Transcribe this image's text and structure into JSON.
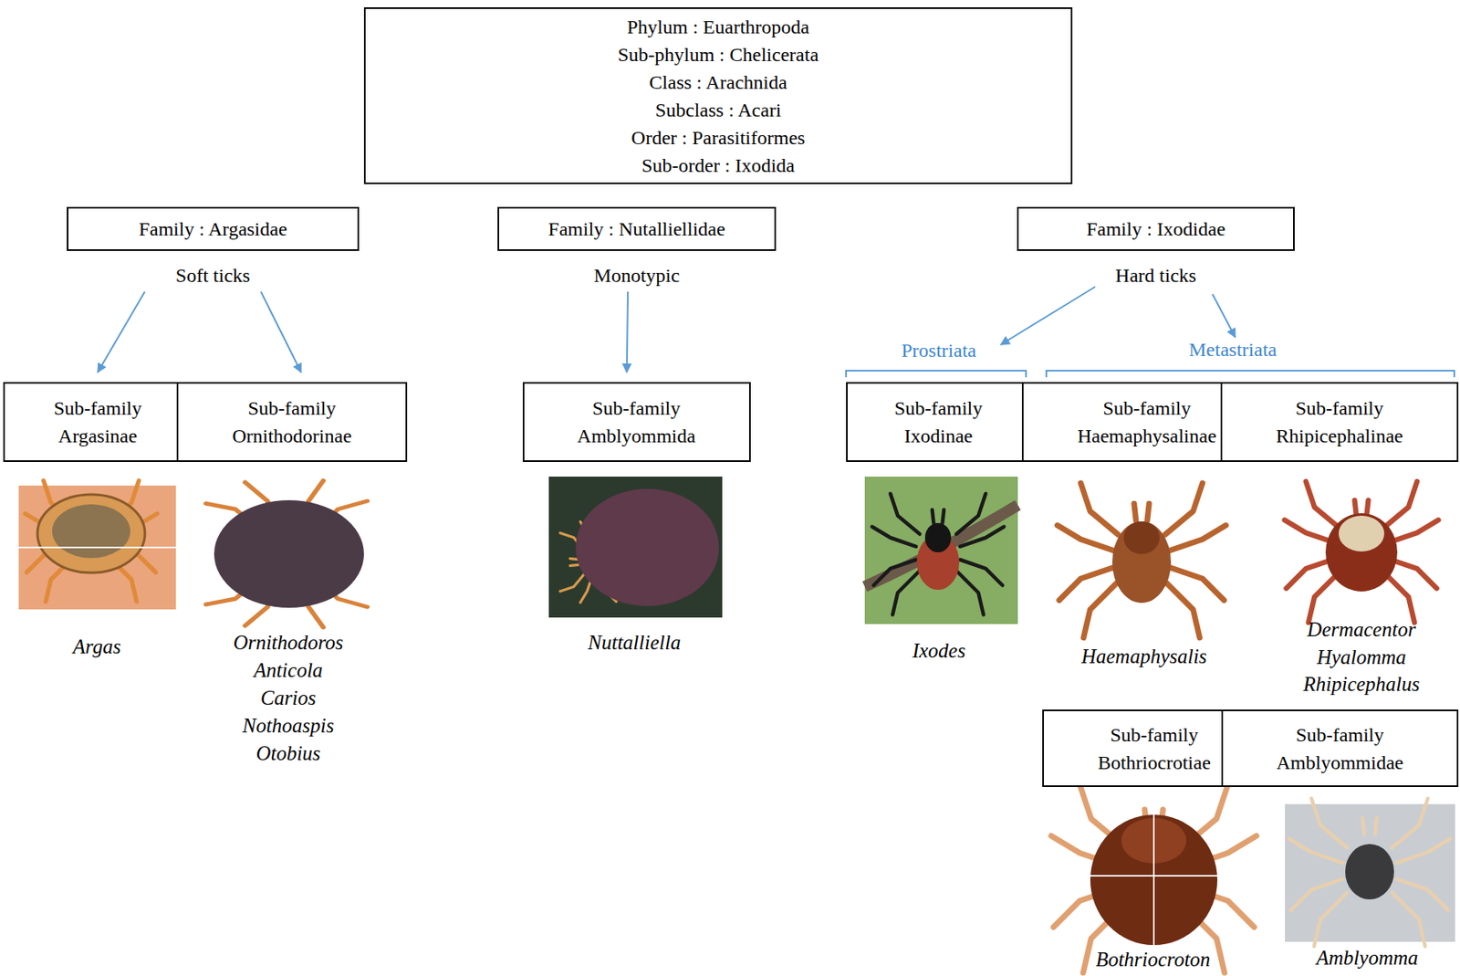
{
  "diagram": {
    "nodes": [
      {
        "text": [
          "Phylum : Euarthropoda",
          "Sub-phylum : Chelicerata",
          "Class : Arachnida",
          "Subclass : Acari",
          "Order : Parasitiformes",
          "Sub-order : Ixodida"
        ]
      },
      {
        "text": [
          "Family : Argasidae",
          "Soft ticks"
        ]
      },
      {
        "text": [
          "Family : Nutalliellidae",
          "Monotypic"
        ]
      },
      {
        "text": [
          "Family : Ixodidae",
          "Hard ticks"
        ]
      },
      {
        "text": [
          "Sub-family Argasinae"
        ]
      },
      {
        "text": [
          "Sub-family Ornithodorinae"
        ]
      },
      {
        "text": [
          "Sub-family Amblyommida"
        ]
      },
      {
        "text": [
          "Sub-family Ixodinae"
        ]
      },
      {
        "text": [
          "Sub-family Haemaphysalinae"
        ]
      },
      {
        "text": [
          "Sub-family Rhipicephalinae"
        ]
      },
      {
        "text": [
          "Sub-family Bothriocrotiae"
        ]
      },
      {
        "text": [
          "Sub-family Amblyommidae"
        ]
      }
    ],
    "edges": [
      {
        "from": 1,
        "to": 4,
        "arrow": "to"
      },
      {
        "from": 1,
        "to": 5,
        "arrow": "to"
      },
      {
        "from": 2,
        "to": 6,
        "arrow": "to"
      }
    ],
    "labels": [
      "Prostriata",
      "Metastriata",
      "Argas",
      "Ornithodoros",
      "Anticola",
      "Carios",
      "Nothoaspis",
      "Otobius",
      "Nuttalliella",
      "Ixodes",
      "Haemaphysalis",
      "Dermacentor",
      "Hyalomma",
      "Rhipicephalus",
      "Bothriocroton",
      "Amblyomma"
    ]
  }
}
